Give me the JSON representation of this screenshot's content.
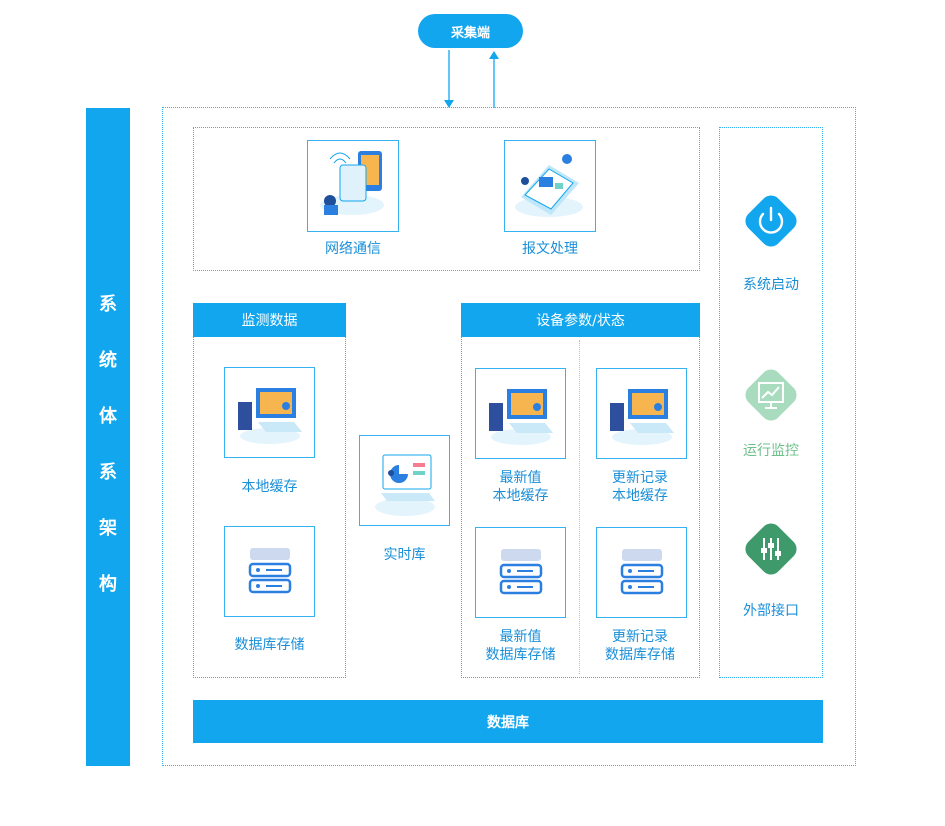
{
  "collector": "采集端",
  "system_title_chars": [
    "系",
    "统",
    "体",
    "系",
    "架",
    "构"
  ],
  "network_comm": "网络通信",
  "message_processing": "报文处理",
  "monitoring_data": "监测数据",
  "device_params": "设备参数/状态",
  "local_cache": "本地缓存",
  "database_storage": "数据库存储",
  "realtime_db": "实时库",
  "latest_value_local": [
    "最新值",
    "本地缓存"
  ],
  "update_record_local": [
    "更新记录",
    "本地缓存"
  ],
  "latest_value_db": [
    "最新值",
    "数据库存储"
  ],
  "update_record_db": [
    "更新记录",
    "数据库存储"
  ],
  "system_start": "系统启动",
  "run_monitor": "运行监控",
  "external_interface": "外部接口",
  "database": "数据库",
  "colors": {
    "primary": "#12a6ee",
    "green": "#6cc08a",
    "dark_green": "#3e9a6a"
  }
}
